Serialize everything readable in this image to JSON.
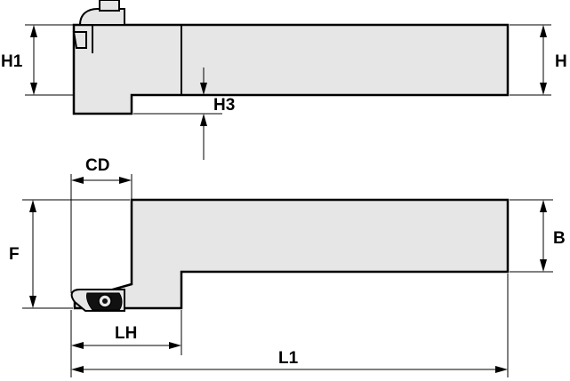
{
  "labels": {
    "H1": "H1",
    "H": "H",
    "H3": "H3",
    "CD": "CD",
    "F": "F",
    "B": "B",
    "LH": "LH",
    "L1": "L1"
  },
  "colors": {
    "body_fill": "#e6e6e6",
    "line": "#000000",
    "background": "#ffffff"
  }
}
